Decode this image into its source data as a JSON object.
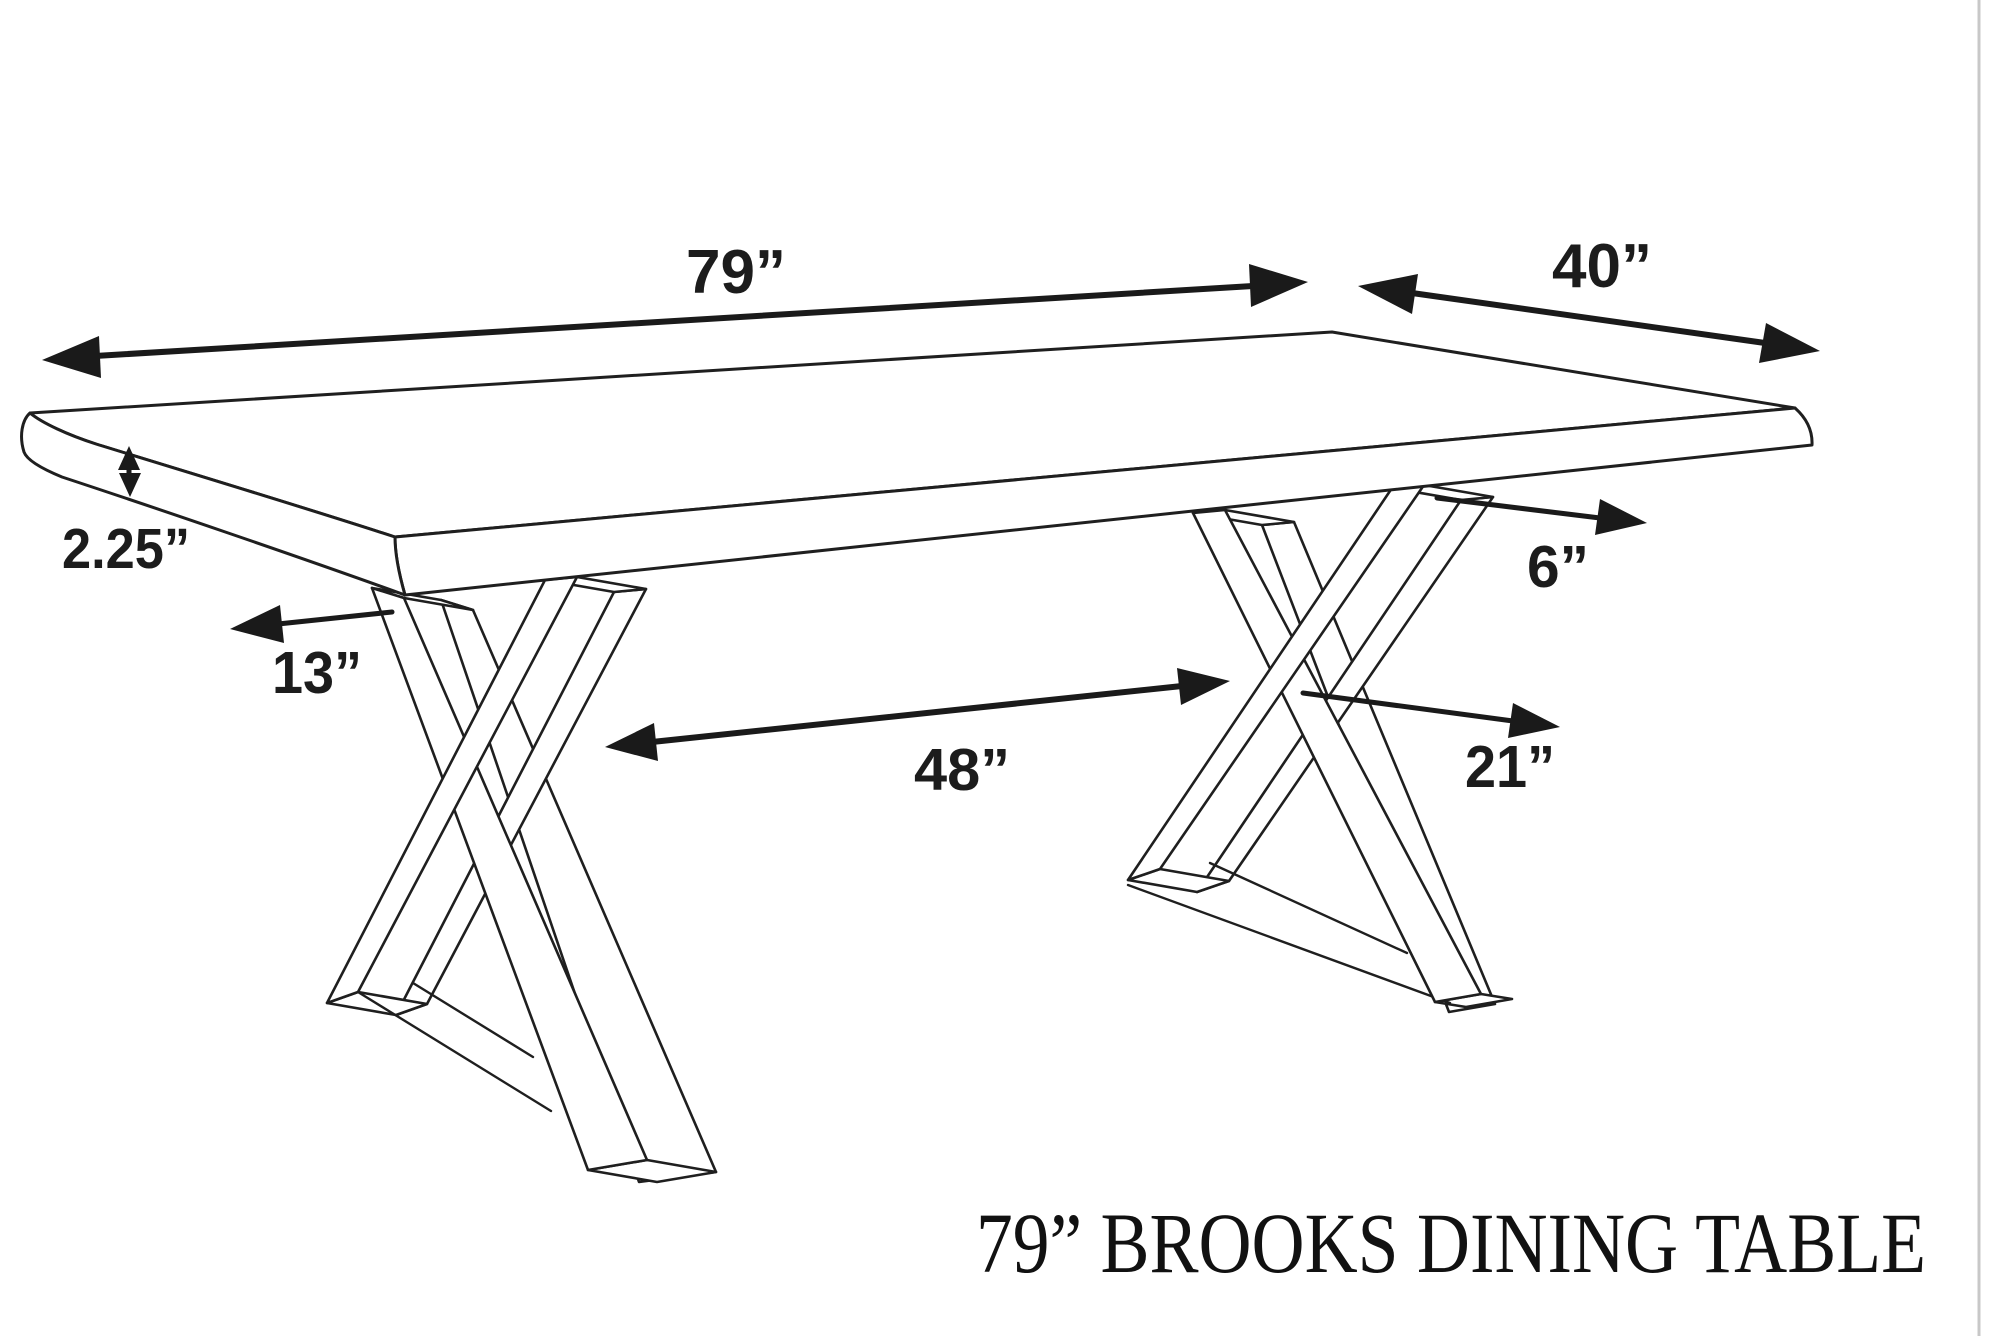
{
  "title": "79” BROOKS DINING TABLE",
  "dimensions": {
    "length": "79”",
    "depth": "40”",
    "top_thickness": "2.25”",
    "overhang": "13”",
    "leg_spacing": "48”",
    "leg_top_width": "6”",
    "leg_base_width": "21”"
  },
  "colors": {
    "background": "#ffffff",
    "line": "#1f1f1f",
    "label": "#1c1c1c",
    "page_edge": "#c8c8c8"
  }
}
